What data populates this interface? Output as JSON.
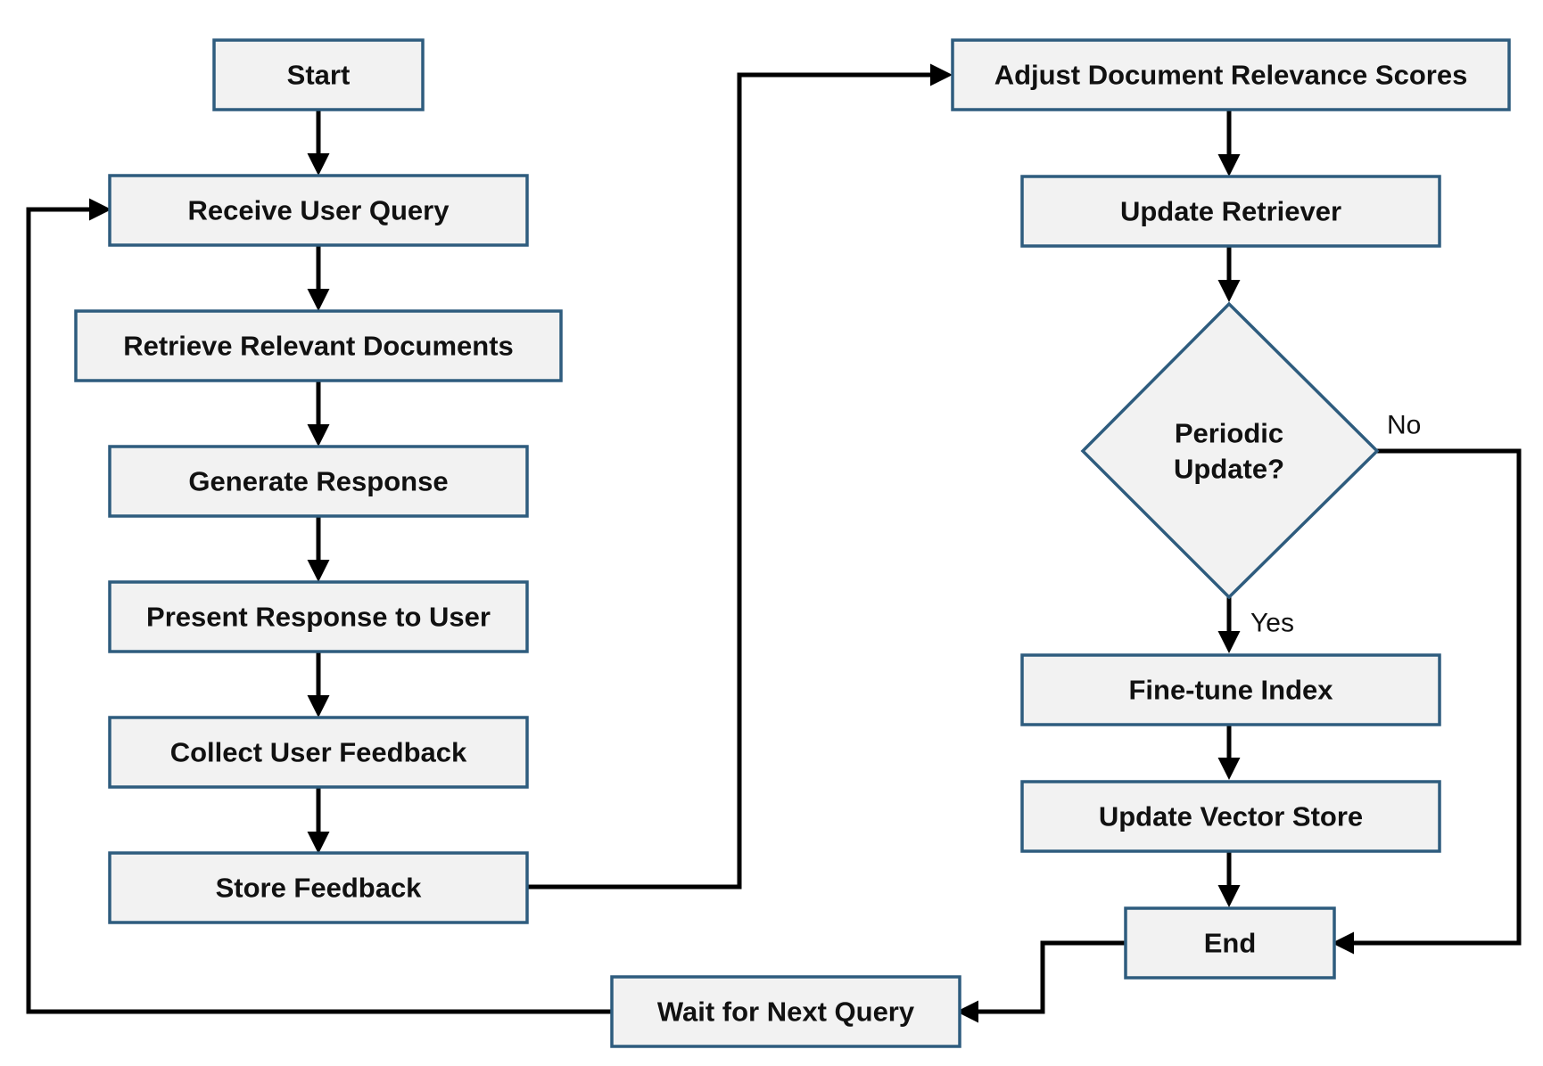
{
  "colors": {
    "node_fill": "#f2f2f2",
    "node_border": "#2e5c7e",
    "arrow": "#000000",
    "text": "#111111"
  },
  "nodes": {
    "start": "Start",
    "receive_query": "Receive User Query",
    "retrieve_docs": "Retrieve Relevant Documents",
    "generate_response": "Generate Response",
    "present_response": "Present Response to User",
    "collect_feedback": "Collect User Feedback",
    "store_feedback": "Store Feedback",
    "adjust_scores": "Adjust Document Relevance Scores",
    "update_retriever": "Update Retriever",
    "periodic_update_line1": "Periodic",
    "periodic_update_line2": "Update?",
    "fine_tune_index": "Fine-tune Index",
    "update_vector_store": "Update Vector Store",
    "end": "End",
    "wait_next_query": "Wait for Next Query"
  },
  "edge_labels": {
    "no": "No",
    "yes": "Yes"
  }
}
